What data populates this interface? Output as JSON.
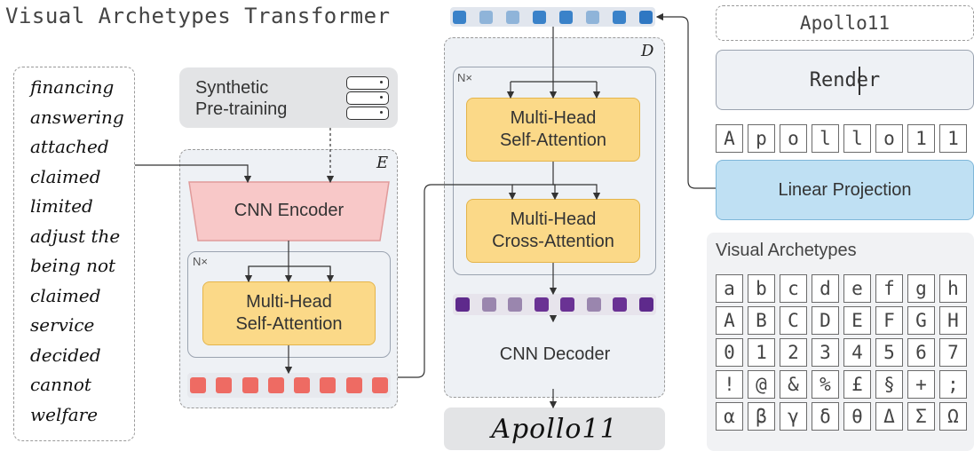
{
  "title": "Visual Archetypes Transformer",
  "handwriting_words": [
    "financing",
    "answering",
    "attached",
    "claimed",
    "limited",
    "adjust the",
    "being not",
    "claimed",
    "service",
    "decided",
    "cannot",
    "welfare"
  ],
  "synthetic": {
    "label_line1": "Synthetic",
    "label_line2": "Pre-training"
  },
  "encoder": {
    "symbol": "E",
    "cnn_encoder_label": "CNN Encoder",
    "nx_label": "N×",
    "self_attention": {
      "line1": "Multi-Head",
      "line2": "Self-Attention"
    },
    "token_color": "#ee6b63",
    "token_count": 8
  },
  "decoder": {
    "symbol": "D",
    "nx_label": "N×",
    "self_attention": {
      "line1": "Multi-Head",
      "line2": "Self-Attention"
    },
    "cross_attention": {
      "line1": "Multi-Head",
      "line2": "Cross-Attention"
    },
    "top_token_colors": [
      "#3a82c9",
      "#8fb4d9",
      "#8fb4d9",
      "#3a82c9",
      "#3a82c9",
      "#8fb4d9",
      "#3a82c9",
      "#2f77c2"
    ],
    "bottom_token_colors": [
      "#5e2a8c",
      "#9a86ae",
      "#9a86ae",
      "#6a3294",
      "#6a3294",
      "#9a86ae",
      "#6a3294",
      "#5e2a8c"
    ],
    "cnn_decoder_label": "CNN Decoder",
    "output_text": "Apollo11"
  },
  "render": {
    "input_text": "Apollo11",
    "render_label": "Render",
    "chars": [
      "A",
      "p",
      "o",
      "l",
      "l",
      "o",
      "1",
      "1"
    ],
    "linear_projection_label": "Linear Projection"
  },
  "archetypes": {
    "title": "Visual Archetypes",
    "rows": [
      [
        "a",
        "b",
        "c",
        "d",
        "e",
        "f",
        "g",
        "h"
      ],
      [
        "A",
        "B",
        "C",
        "D",
        "E",
        "F",
        "G",
        "H"
      ],
      [
        "0",
        "1",
        "2",
        "3",
        "4",
        "5",
        "6",
        "7"
      ],
      [
        "!",
        "@",
        "&",
        "%",
        "£",
        "§",
        "+",
        ";"
      ],
      [
        "α",
        "β",
        "γ",
        "δ",
        "θ",
        "Δ",
        "Σ",
        "Ω"
      ]
    ]
  },
  "colors": {
    "encoder_pink": "#f8c8c8",
    "attention_yellow": "#fbd988",
    "projection_blue": "#bfe0f3",
    "decoder_lavender": "#d9d4ea",
    "synthetic_gray": "#e3e4e6"
  }
}
